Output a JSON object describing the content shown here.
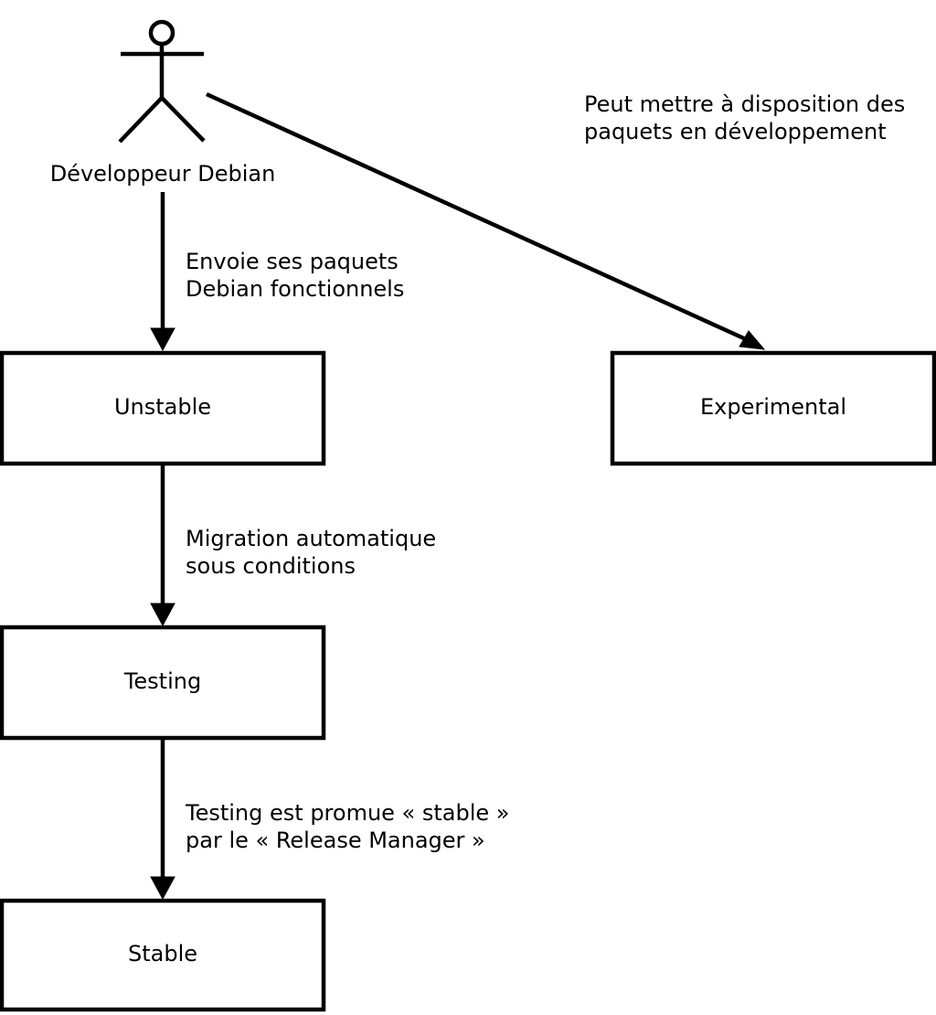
{
  "diagram": {
    "title_hint": "Debian package flow",
    "colors": {
      "line": "#000000",
      "background": "#ffffff",
      "box_fill": "#ffffff"
    },
    "actor": {
      "id": "developpeur-debian",
      "label": "Développeur Debian"
    },
    "nodes": [
      {
        "id": "unstable",
        "label": "Unstable"
      },
      {
        "id": "experimental",
        "label": "Experimental"
      },
      {
        "id": "testing",
        "label": "Testing"
      },
      {
        "id": "stable",
        "label": "Stable"
      }
    ],
    "edges": [
      {
        "from": "developpeur-debian",
        "to": "unstable",
        "label_line1": "Envoie ses paquets",
        "label_line2": "Debian fonctionnels"
      },
      {
        "from": "developpeur-debian",
        "to": "experimental",
        "label_line1": "Peut mettre à disposition des",
        "label_line2": "paquets en développement"
      },
      {
        "from": "unstable",
        "to": "testing",
        "label_line1": "Migration automatique",
        "label_line2": "sous conditions"
      },
      {
        "from": "testing",
        "to": "stable",
        "label_line1": "Testing est promue « stable »",
        "label_line2": "par le « Release Manager »"
      }
    ]
  }
}
